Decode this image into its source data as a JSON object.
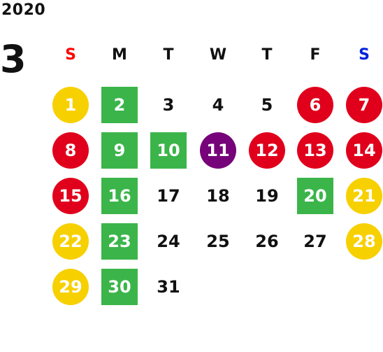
{
  "calendar": {
    "year": "2020",
    "month": "3",
    "weekdays": [
      "S",
      "M",
      "T",
      "W",
      "T",
      "F",
      "S"
    ],
    "weekday_colors": [
      "#ff0000",
      "#111111",
      "#111111",
      "#111111",
      "#111111",
      "#111111",
      "#0022dd"
    ],
    "colors": {
      "yellow": "#f7d000",
      "red": "#e0001c",
      "green": "#3bb54a",
      "purple": "#76037a"
    },
    "weeks": [
      [
        {
          "day": "1",
          "style": "circle",
          "color": "yellow"
        },
        {
          "day": "2",
          "style": "square",
          "color": "green"
        },
        {
          "day": "3",
          "style": "plain"
        },
        {
          "day": "4",
          "style": "plain"
        },
        {
          "day": "5",
          "style": "plain"
        },
        {
          "day": "6",
          "style": "circle",
          "color": "red"
        },
        {
          "day": "7",
          "style": "circle",
          "color": "red"
        }
      ],
      [
        {
          "day": "8",
          "style": "circle",
          "color": "red"
        },
        {
          "day": "9",
          "style": "square",
          "color": "green"
        },
        {
          "day": "10",
          "style": "square",
          "color": "green"
        },
        {
          "day": "11",
          "style": "circle",
          "color": "purple"
        },
        {
          "day": "12",
          "style": "circle",
          "color": "red"
        },
        {
          "day": "13",
          "style": "circle",
          "color": "red"
        },
        {
          "day": "14",
          "style": "circle",
          "color": "red"
        }
      ],
      [
        {
          "day": "15",
          "style": "circle",
          "color": "red"
        },
        {
          "day": "16",
          "style": "square",
          "color": "green"
        },
        {
          "day": "17",
          "style": "plain"
        },
        {
          "day": "18",
          "style": "plain"
        },
        {
          "day": "19",
          "style": "plain"
        },
        {
          "day": "20",
          "style": "square",
          "color": "green"
        },
        {
          "day": "21",
          "style": "circle",
          "color": "yellow"
        }
      ],
      [
        {
          "day": "22",
          "style": "circle",
          "color": "yellow"
        },
        {
          "day": "23",
          "style": "square",
          "color": "green"
        },
        {
          "day": "24",
          "style": "plain"
        },
        {
          "day": "25",
          "style": "plain"
        },
        {
          "day": "26",
          "style": "plain"
        },
        {
          "day": "27",
          "style": "plain"
        },
        {
          "day": "28",
          "style": "circle",
          "color": "yellow"
        }
      ],
      [
        {
          "day": "29",
          "style": "circle",
          "color": "yellow"
        },
        {
          "day": "30",
          "style": "square",
          "color": "green"
        },
        {
          "day": "31",
          "style": "plain"
        }
      ]
    ]
  }
}
